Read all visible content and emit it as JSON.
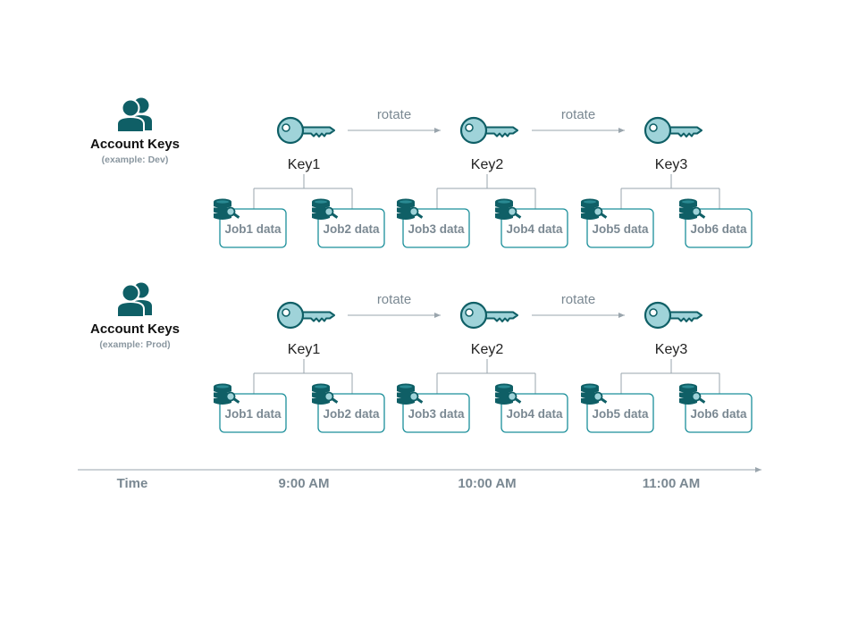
{
  "colors": {
    "teal_dark": "#0f5f66",
    "teal_mid": "#1b8f9a",
    "teal_light": "#9fd3d9",
    "gray_text": "#7a8892",
    "gray_line": "#9aa5ad",
    "black": "#111111"
  },
  "rows": [
    {
      "account_icon": "users-icon",
      "title": "Account Keys",
      "subtitle": "(example: Dev)",
      "keys": [
        {
          "label": "Key1",
          "icon": "key-icon",
          "jobs": [
            {
              "label": "Job1 data",
              "icon": "database-key-icon"
            },
            {
              "label": "Job2 data",
              "icon": "database-key-icon"
            }
          ]
        },
        {
          "label": "Key2",
          "icon": "key-icon",
          "jobs": [
            {
              "label": "Job3 data",
              "icon": "database-key-icon"
            },
            {
              "label": "Job4 data",
              "icon": "database-key-icon"
            }
          ]
        },
        {
          "label": "Key3",
          "icon": "key-icon",
          "jobs": [
            {
              "label": "Job5 data",
              "icon": "database-key-icon"
            },
            {
              "label": "Job6 data",
              "icon": "database-key-icon"
            }
          ]
        }
      ],
      "rotations": [
        "rotate",
        "rotate"
      ]
    },
    {
      "account_icon": "users-icon",
      "title": "Account Keys",
      "subtitle": "(example: Prod)",
      "keys": [
        {
          "label": "Key1",
          "icon": "key-icon",
          "jobs": [
            {
              "label": "Job1 data",
              "icon": "database-key-icon"
            },
            {
              "label": "Job2 data",
              "icon": "database-key-icon"
            }
          ]
        },
        {
          "label": "Key2",
          "icon": "key-icon",
          "jobs": [
            {
              "label": "Job3 data",
              "icon": "database-key-icon"
            },
            {
              "label": "Job4 data",
              "icon": "database-key-icon"
            }
          ]
        },
        {
          "label": "Key3",
          "icon": "key-icon",
          "jobs": [
            {
              "label": "Job5 data",
              "icon": "database-key-icon"
            },
            {
              "label": "Job6 data",
              "icon": "database-key-icon"
            }
          ]
        }
      ],
      "rotations": [
        "rotate",
        "rotate"
      ]
    }
  ],
  "timeline": {
    "label": "Time",
    "ticks": [
      "9:00 AM",
      "10:00 AM",
      "11:00 AM"
    ]
  }
}
